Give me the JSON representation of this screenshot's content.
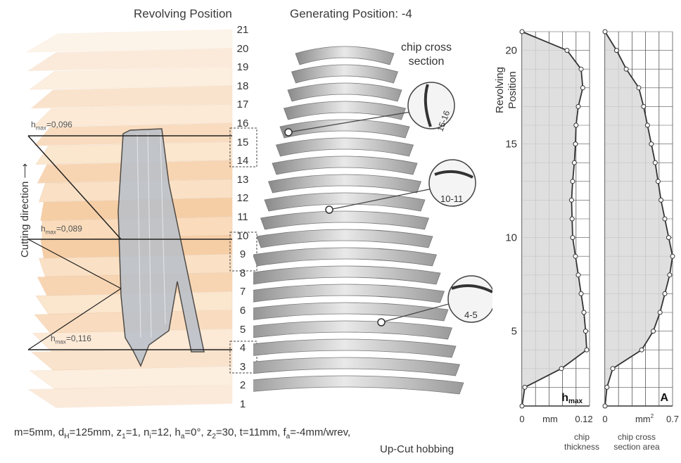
{
  "titles": {
    "revolving_position": "Revolving Position",
    "generating_position": "Generating Position: -4"
  },
  "cutting_direction": "Cutting direction",
  "revolving_numbers": [
    "21",
    "20",
    "19",
    "18",
    "17",
    "16",
    "15",
    "14",
    "13",
    "12",
    "11",
    "10",
    "9",
    "8",
    "7",
    "6",
    "5",
    "4",
    "3",
    "2",
    "1"
  ],
  "hmax_labels": [
    {
      "pre": "h",
      "sub": "max",
      "val": "=0,096"
    },
    {
      "pre": "h",
      "sub": "max",
      "val": "=0,089"
    },
    {
      "pre": "h",
      "sub": "max",
      "val": "=0,116"
    }
  ],
  "chip_cross_section": {
    "title_line1": "chip cross",
    "title_line2": "section",
    "callouts": [
      "15-16",
      "10-11",
      "4-5"
    ]
  },
  "caption": {
    "line1_parts": [
      "m=5mm, d",
      "H",
      "=125mm, z",
      "1",
      "=1, n",
      "i",
      "=12, h",
      "a",
      "=0°, z",
      "2",
      "=30, t=11mm, f",
      "a",
      "=-4mm/wrev,"
    ],
    "line2": "Up-Cut hobbing"
  },
  "colors": {
    "orange_dark": "#e8892a",
    "orange_light": "#f7d9b5",
    "chart_fill": "#dedede",
    "line": "#444444"
  },
  "chart_data": [
    {
      "type": "line",
      "name": "chip thickness",
      "badge": "h",
      "badge_sub": "max",
      "ylabel_line1": "Revolving",
      "ylabel_line2": "Position",
      "y_ticks": [
        "5",
        "10",
        "15",
        "20"
      ],
      "x_ticks": [
        "0",
        "mm",
        "0.12"
      ],
      "xlabel_line1": "chip",
      "xlabel_line2": "thickness",
      "xlim": [
        0,
        0.12
      ],
      "ylim": [
        1,
        21
      ],
      "grid": true,
      "y": [
        1,
        2,
        3,
        4,
        5,
        6,
        7,
        8,
        9,
        10,
        11,
        12,
        13,
        14,
        15,
        16,
        17,
        18,
        19,
        20,
        21
      ],
      "x": [
        0,
        0.005,
        0.07,
        0.115,
        0.113,
        0.11,
        0.105,
        0.1,
        0.095,
        0.09,
        0.089,
        0.088,
        0.09,
        0.093,
        0.095,
        0.096,
        0.1,
        0.108,
        0.105,
        0.08,
        0
      ]
    },
    {
      "type": "line",
      "name": "chip cross section area",
      "badge": "A",
      "badge_sub": "",
      "x_ticks": [
        "0",
        "mm",
        "0.7"
      ],
      "x_tick_sup": "2",
      "xlabel_line1": "chip cross",
      "xlabel_line2": "section area",
      "xlim": [
        0,
        0.7
      ],
      "ylim": [
        1,
        21
      ],
      "grid": true,
      "y": [
        1,
        2,
        3,
        4,
        5,
        6,
        7,
        8,
        9,
        10,
        11,
        12,
        13,
        14,
        15,
        16,
        17,
        18,
        19,
        20,
        21
      ],
      "x": [
        0,
        0.02,
        0.08,
        0.38,
        0.5,
        0.57,
        0.62,
        0.67,
        0.7,
        0.66,
        0.62,
        0.58,
        0.55,
        0.52,
        0.48,
        0.44,
        0.4,
        0.35,
        0.22,
        0.12,
        0
      ]
    }
  ]
}
